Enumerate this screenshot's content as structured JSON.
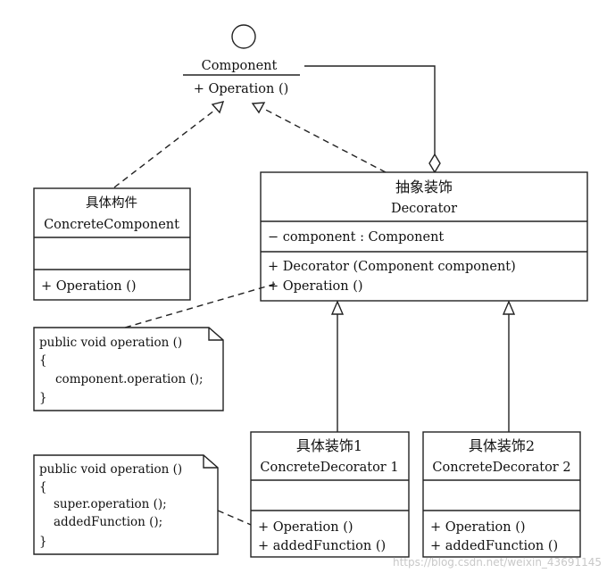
{
  "interface": {
    "name": "Component",
    "operation": "+ Operation ()"
  },
  "concrete_component": {
    "title_cn": "具体构件",
    "title_en": "ConcreteComponent",
    "operation": "+ Operation ()"
  },
  "decorator": {
    "title_cn": "抽象装饰",
    "title_en": "Decorator",
    "attribute": "− component : Component",
    "constructor": "+ Decorator (Component component)",
    "operation": "+ Operation ()"
  },
  "note_decorator": {
    "lines": [
      "public void operation ()",
      "{",
      "component.operation ();",
      "}"
    ]
  },
  "concrete_decorator_1": {
    "title_cn": "具体装饰1",
    "title_en": "ConcreteDecorator  1",
    "operation": "+ Operation ()",
    "added": "+ addedFunction ()"
  },
  "concrete_decorator_2": {
    "title_cn": "具体装饰2",
    "title_en": "ConcreteDecorator  2",
    "operation": "+ Operation ()",
    "added": "+ addedFunction ()"
  },
  "note_concrete": {
    "lines": [
      "public void operation ()",
      "{",
      "super.operation ();",
      "addedFunction ();",
      "}"
    ]
  },
  "watermark": "https://blog.csdn.net/weixin_43691145"
}
